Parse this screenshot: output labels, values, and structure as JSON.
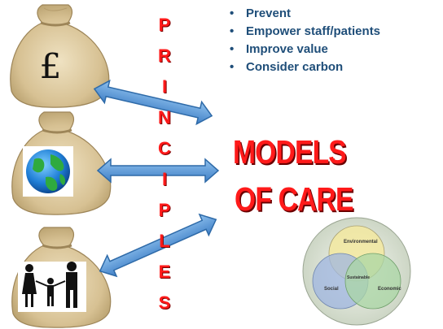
{
  "bullets": [
    "Prevent",
    "Empower staff/patients",
    "Improve value",
    "Consider carbon"
  ],
  "principles_letters": [
    "P",
    "R",
    "I",
    "N",
    "C",
    "I",
    "P",
    "L",
    "E",
    "S"
  ],
  "models": {
    "line1": "MODELS",
    "line2": "OF CARE"
  },
  "bags": {
    "top_symbol": "£"
  },
  "venn": {
    "top": "Environmental",
    "left": "Social",
    "right": "Economic",
    "center": "Sustainable"
  },
  "colors": {
    "bullet_text": "#1f4e79",
    "principles_red": "#ff1a1a",
    "arrow_blue": "#5b9bd5",
    "bag_tan": "#d9c49a",
    "venn_yellow": "#f3e9a0",
    "venn_blue": "#9fb6e0",
    "venn_green": "#a9d6a4"
  }
}
